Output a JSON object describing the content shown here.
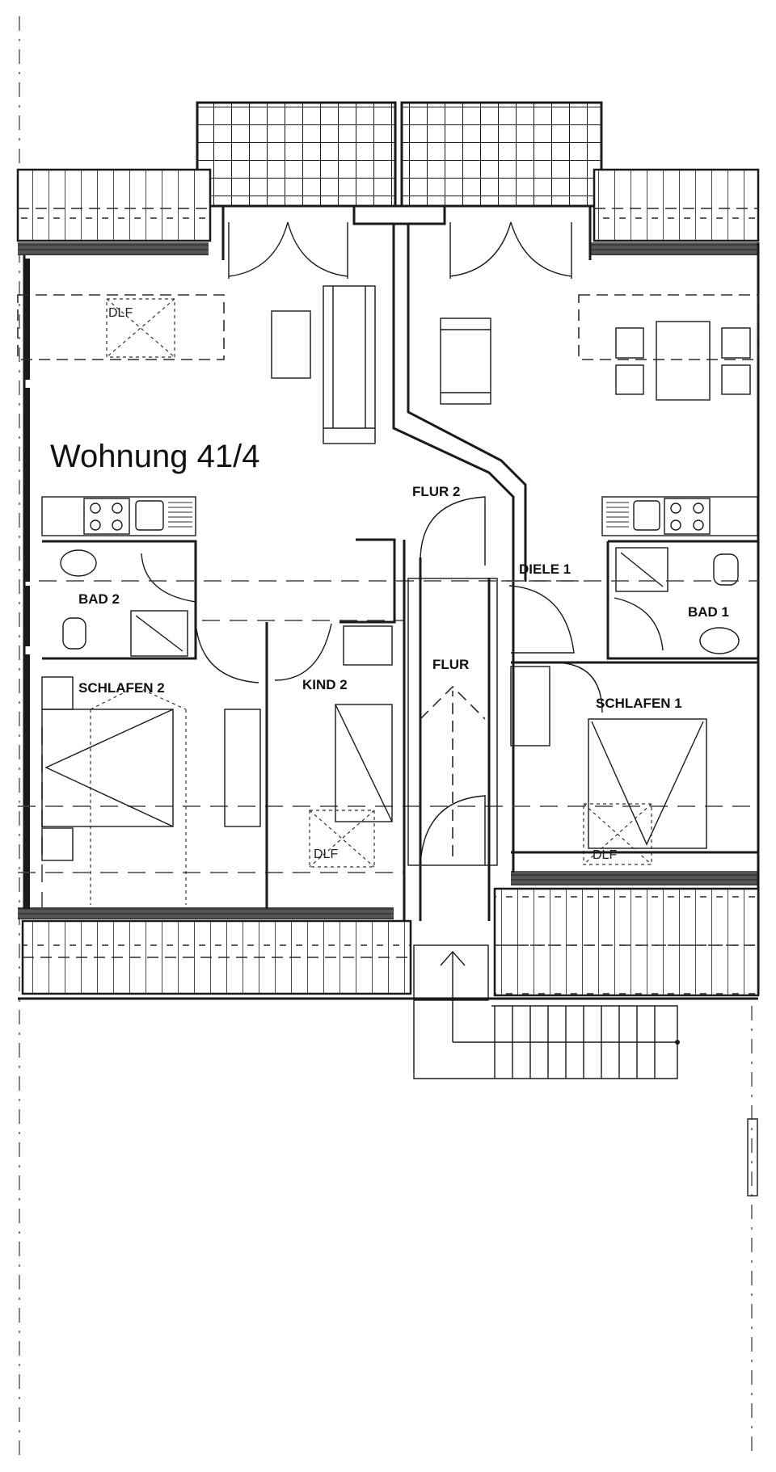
{
  "title": "Wohnung 41/4",
  "rooms": {
    "flur2": "FLUR 2",
    "diele1": "DIELE 1",
    "bad2": "BAD 2",
    "bad1": "BAD 1",
    "flur": "FLUR",
    "kind2": "KIND 2",
    "schlafen2": "SCHLAFEN 2",
    "schlafen1": "SCHLAFEN 1"
  },
  "skylights": {
    "top_left": "DLF",
    "kind2": "DLF",
    "schlafen1": "DLF"
  },
  "colors": {
    "line": "#1a1a1a",
    "background": "#ffffff"
  }
}
